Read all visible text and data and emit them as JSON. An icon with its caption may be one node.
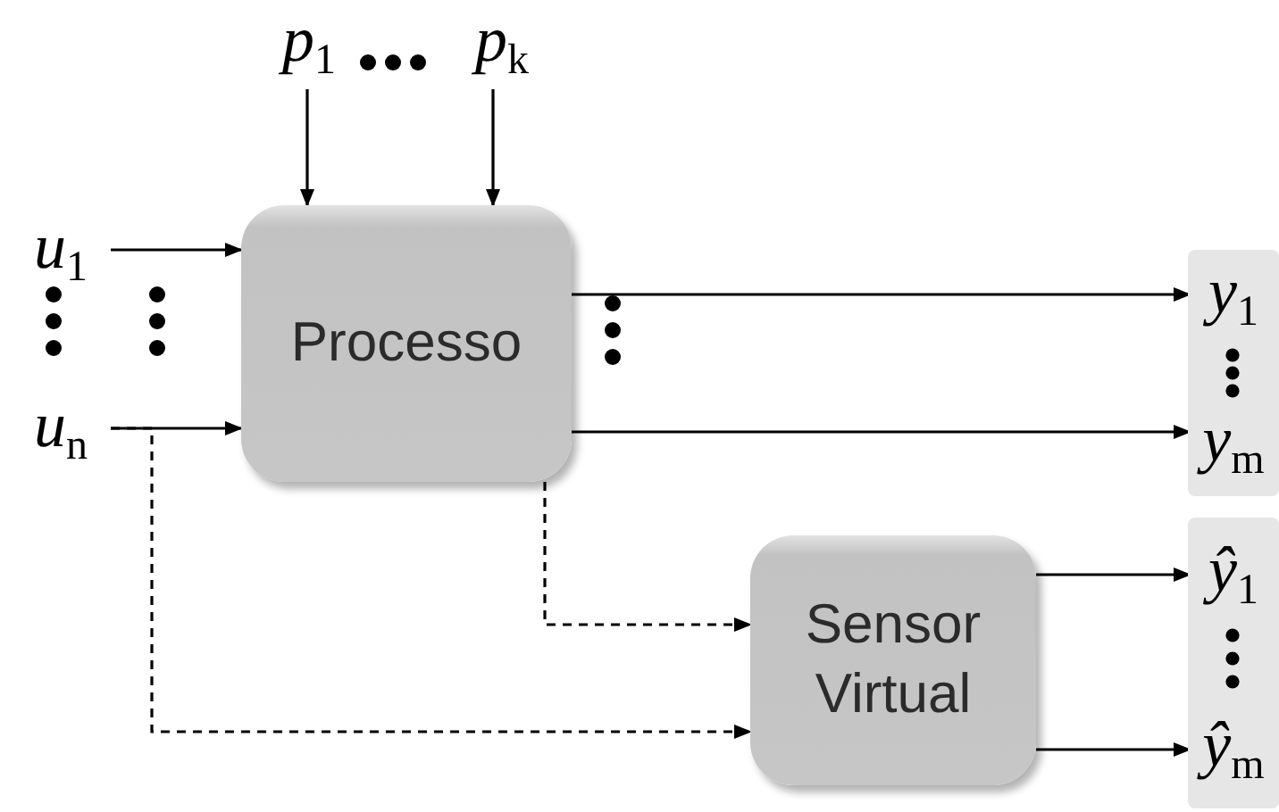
{
  "diagram": {
    "nodes": [
      {
        "text": [
          "Processo"
        ]
      },
      {
        "text": [
          "Sensor Virtual"
        ]
      },
      {
        "text": [
          "*u*$_{1}$"
        ]
      },
      {
        "text": [
          "*u*$_{n}$"
        ]
      },
      {
        "text": [
          "*p*$_{1}$"
        ]
      },
      {
        "text": [
          "*p*$_{k}$"
        ]
      },
      {
        "text": [],
        "shape": "box"
      },
      {
        "text": [
          "*y*$_{1}$"
        ],
        "in": 6
      },
      {
        "text": [
          "*y*$_{m}$"
        ],
        "in": 6
      },
      {
        "text": [],
        "shape": "box"
      },
      {
        "text": [
          "*ŷ*$_{1}$"
        ],
        "in": 9
      },
      {
        "text": [
          "*ŷ*$_{m}$"
        ],
        "in": 9
      }
    ],
    "edges": [
      {
        "from": 2,
        "to": 0,
        "arrow": "to"
      },
      {
        "from": 3,
        "to": 0,
        "arrow": "to"
      },
      {
        "from": 4,
        "to": 0,
        "arrow": "to"
      },
      {
        "from": 5,
        "to": 0,
        "arrow": "to"
      },
      {
        "from": 0,
        "to": 7,
        "arrow": "to"
      },
      {
        "from": 0,
        "to": 8,
        "arrow": "to"
      },
      {
        "from": 0,
        "to": 1,
        "arrow": "to",
        "style": "dashed"
      },
      {
        "from": 3,
        "to": 1,
        "arrow": "to",
        "style": "dashed"
      },
      {
        "from": 1,
        "to": 10,
        "arrow": "to"
      },
      {
        "from": 1,
        "to": 11,
        "arrow": "to"
      }
    ]
  }
}
